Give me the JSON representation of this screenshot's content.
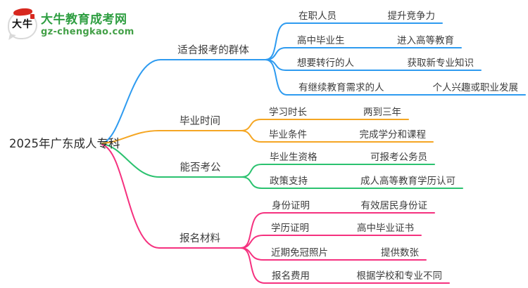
{
  "logo": {
    "brand": "大牛教育成考网",
    "domain": "gz-chengkao.com",
    "icon_text": "大牛",
    "brand_color": "#2e9e41",
    "accent_red": "#d7281f"
  },
  "mindmap": {
    "root": "2025年广东成人专科",
    "branches": [
      {
        "label": "适合报考的群体",
        "color": "#2e9bf0",
        "children": [
          {
            "left": "在职人员",
            "right": "提升竞争力"
          },
          {
            "left": "高中毕业生",
            "right": "进入高等教育"
          },
          {
            "left": "想要转行的人",
            "right": "获取新专业知识"
          },
          {
            "left": "有继续教育需求的人",
            "right": "个人兴趣或职业发展"
          }
        ]
      },
      {
        "label": "毕业时间",
        "color": "#f5a623",
        "children": [
          {
            "left": "学习时长",
            "right": "两到三年"
          },
          {
            "left": "毕业条件",
            "right": "完成学分和课程"
          }
        ]
      },
      {
        "label": "能否考公",
        "color": "#2bc26f",
        "children": [
          {
            "left": "毕业生资格",
            "right": "可报考公务员"
          },
          {
            "left": "政策支持",
            "right": "成人高等教育学历认可"
          }
        ]
      },
      {
        "label": "报名材料",
        "color": "#f5317f",
        "children": [
          {
            "left": "身份证明",
            "right": "有效居民身份证"
          },
          {
            "left": "学历证明",
            "right": "高中毕业证书"
          },
          {
            "left": "近期免冠照片",
            "right": "提供数张"
          },
          {
            "left": "报名费用",
            "right": "根据学校和专业不同"
          }
        ]
      }
    ]
  }
}
